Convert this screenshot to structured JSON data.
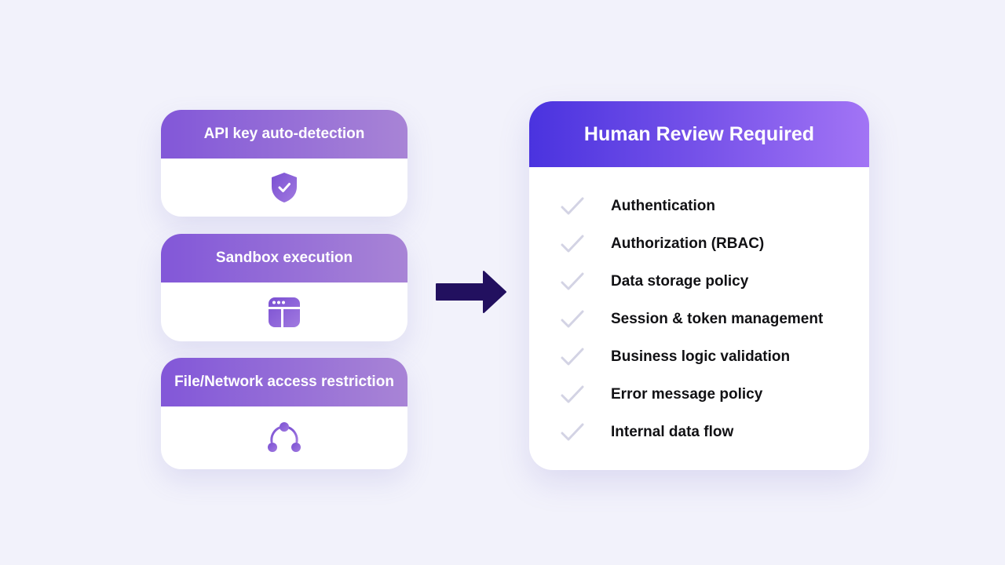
{
  "cards": [
    {
      "title": "API key auto-detection",
      "icon": "shield-check-icon"
    },
    {
      "title": "Sandbox execution",
      "icon": "browser-window-icon"
    },
    {
      "title": "File/Network access restriction",
      "icon": "network-nodes-icon"
    }
  ],
  "review": {
    "title": "Human Review Required",
    "items": [
      "Authentication",
      "Authorization (RBAC)",
      "Data storage policy",
      "Session & token management",
      "Business logic validation",
      "Error message policy",
      "Internal data flow"
    ]
  },
  "colors": {
    "card_header_start": "#8257d8",
    "card_header_end": "#a884d6",
    "review_header_start": "#4a33df",
    "review_header_end": "#a274f5",
    "arrow": "#22105f",
    "check": "#d3d3e4",
    "icon": "#8a5fd6"
  }
}
